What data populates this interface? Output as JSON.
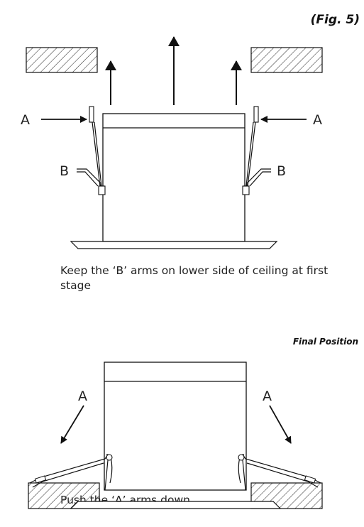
{
  "figure": {
    "fig_label": "(Fig. 5)",
    "final_label": "Final Position",
    "caption_top": "Keep the ‘B’ arms on lower side of ceiling at first stage",
    "caption_bottom": "Push the ‘A’ arms down",
    "labels": {
      "a_left_top": "A",
      "a_right_top": "A",
      "b_left": "B",
      "b_right": "B",
      "a_left_bottom": "A",
      "a_right_bottom": "A"
    }
  }
}
